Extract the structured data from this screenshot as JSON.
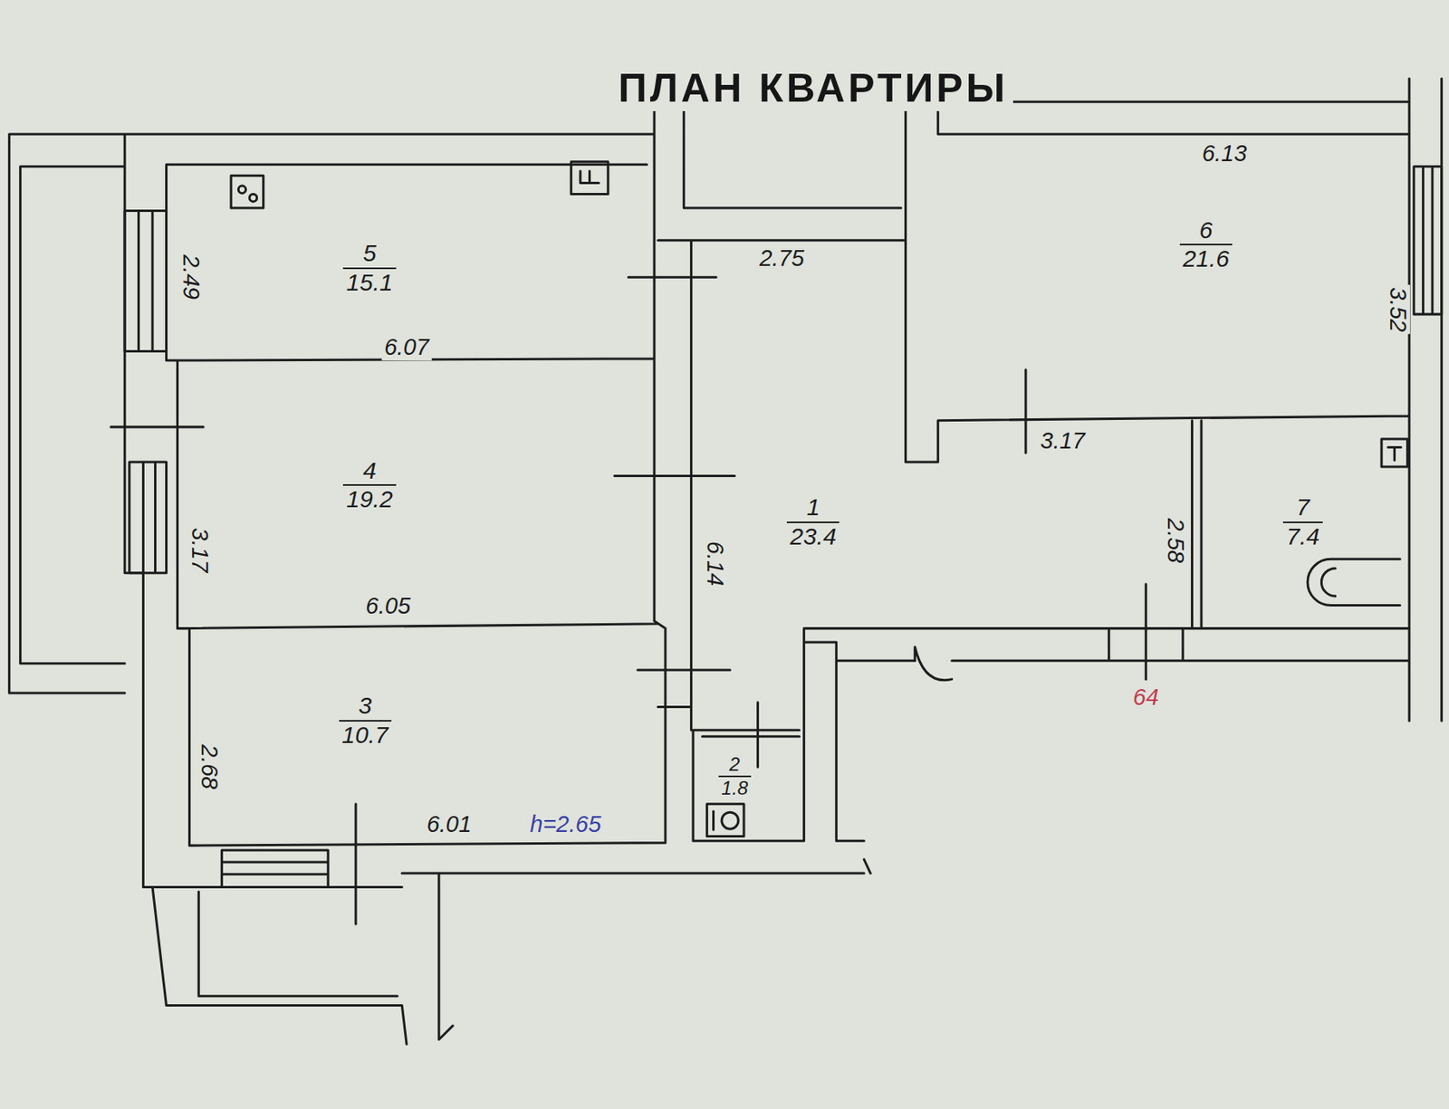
{
  "diagram": {
    "title": "ПЛАН КВАРТИРЫ",
    "nodes": [
      {
        "text": [
          "1",
          "23.4"
        ]
      },
      {
        "text": [
          "2",
          "1.8"
        ]
      },
      {
        "text": [
          "3",
          "10.7"
        ]
      },
      {
        "text": [
          "4",
          "19.2"
        ]
      },
      {
        "text": [
          "5",
          "15.1"
        ]
      },
      {
        "text": [
          "6",
          "21.6"
        ]
      },
      {
        "text": [
          "7",
          "7.4"
        ]
      }
    ],
    "labels": [
      "2.49",
      "6.07",
      "3.17",
      "6.05",
      "2.68",
      "6.01",
      "h=2.65",
      "6.14",
      "2.75",
      "6.13",
      "3.52",
      "3.17",
      "2.58",
      "64"
    ]
  }
}
